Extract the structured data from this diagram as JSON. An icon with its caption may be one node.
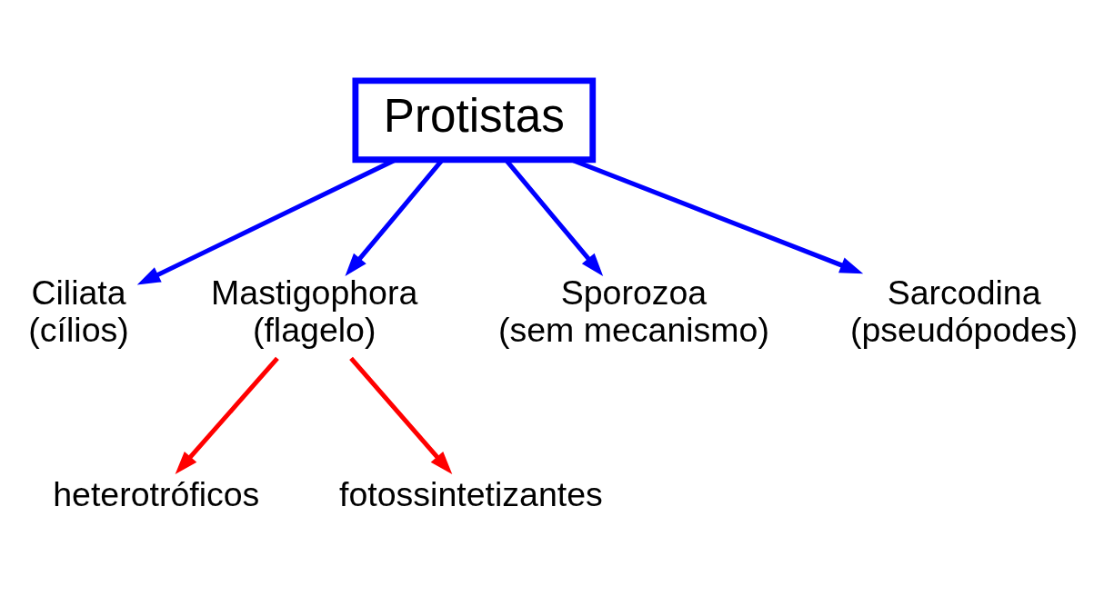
{
  "diagram": {
    "nodes": [
      {
        "text": [
          "Protistas"
        ]
      },
      {
        "text": [
          "Ciliata",
          "(cílios)"
        ]
      },
      {
        "text": [
          "Mastigophora",
          "(flagelo)"
        ]
      },
      {
        "text": [
          "Sporozoa",
          "(sem mecanismo)"
        ]
      },
      {
        "text": [
          "Sarcodina",
          "(pseudópodes)"
        ]
      },
      {
        "text": [
          "heterotróficos"
        ]
      },
      {
        "text": [
          "fotossintetizantes"
        ]
      }
    ],
    "edges": [
      {
        "from": 0,
        "to": 1,
        "arrow": "to"
      },
      {
        "from": 0,
        "to": 2,
        "arrow": "to"
      },
      {
        "from": 0,
        "to": 3,
        "arrow": "to"
      },
      {
        "from": 0,
        "to": 4,
        "arrow": "to"
      },
      {
        "from": 2,
        "to": 5,
        "arrow": "to",
        "color": "#ff0000"
      },
      {
        "from": 2,
        "to": 6,
        "arrow": "to",
        "color": "#ff0000"
      }
    ]
  }
}
